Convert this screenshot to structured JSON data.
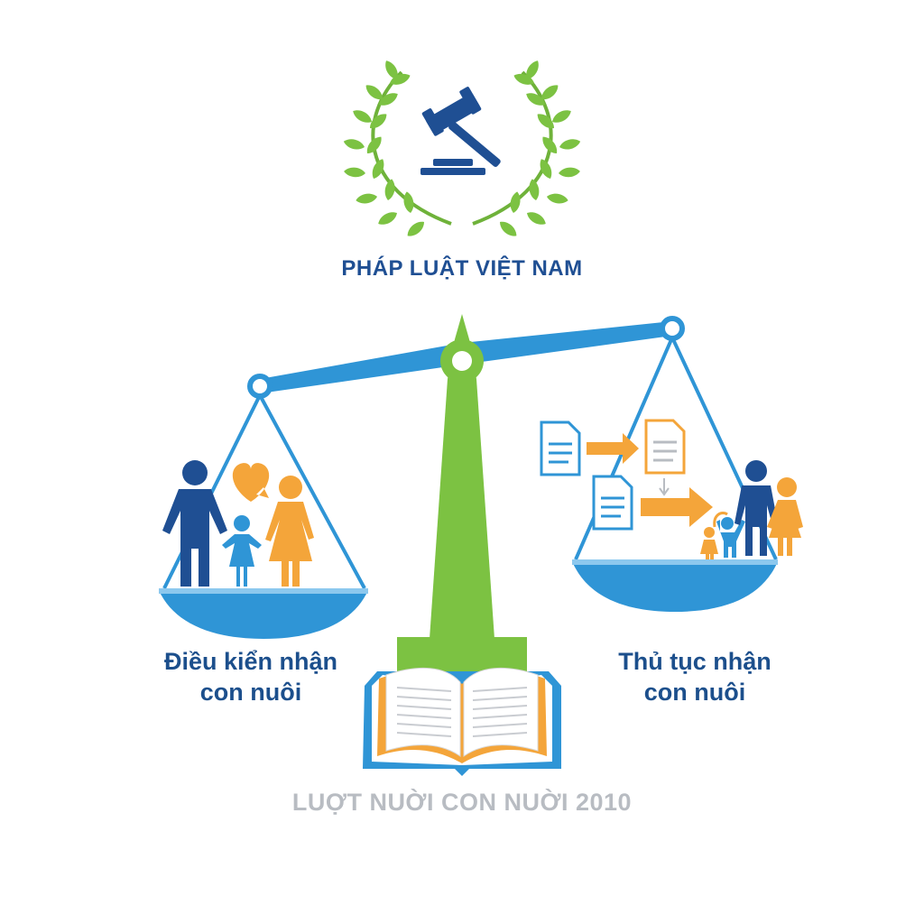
{
  "header": {
    "brand_text": "PHÁP LUẬT VIỆT NAM",
    "emblem_icon": "gavel-laurel-icon"
  },
  "scale": {
    "left_pan": {
      "label_line1": "Điều kiển nhận",
      "label_line2": "con nuôi",
      "illustration": "family-heart-icon"
    },
    "right_pan": {
      "label_line1": "Thủ tục nhận",
      "label_line2": "con nuôi",
      "illustration": "documents-process-family-icon"
    }
  },
  "footer": {
    "law_title": "LUỢT NUỜI CON NUỜI 2010",
    "book_icon": "open-book-icon"
  },
  "colors": {
    "navy": "#1f4f93",
    "blue": "#2f95d6",
    "green": "#7cc242",
    "orange": "#f4a53a",
    "gray_text": "#b8bcc2"
  }
}
